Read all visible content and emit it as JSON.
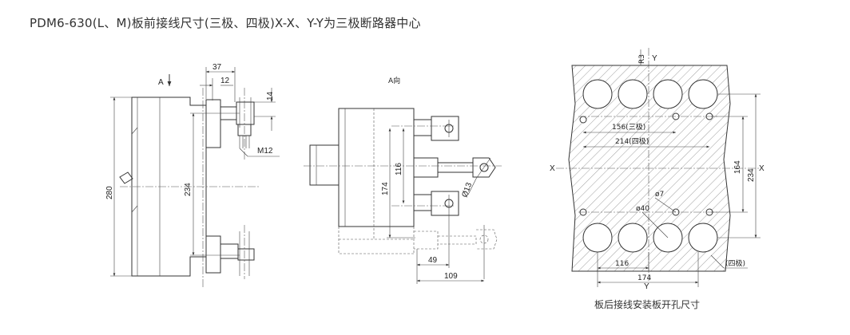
{
  "title": "PDM6-630(L、M)板前接线尺寸(三极、四极)X-X、Y-Y为三极断路器中心",
  "side_view": {
    "view_marker": "A",
    "dim_top_37": "37",
    "dim_top_12": "12",
    "dim_right_14": "14",
    "thread": "M12",
    "dim_height_280": "280",
    "dim_height_234": "234"
  },
  "front_view": {
    "view_label": "A向",
    "dim_116": "116",
    "dim_174": "174",
    "hole": "Ø13",
    "dim_49": "49",
    "dim_109": "109"
  },
  "panel_view": {
    "axis_y": "Y",
    "axis_x": "X",
    "r3": "R3",
    "dim_156": "156(三极)",
    "dim_214": "214(四极)",
    "dim_164": "164",
    "dim_234": "234",
    "hole_small": "ø7",
    "hole_big": "ø40",
    "dim_116": "116",
    "dim_174": "174",
    "four_pole_note": "(四极)",
    "caption": "板后接线安装板开孔尺寸"
  }
}
